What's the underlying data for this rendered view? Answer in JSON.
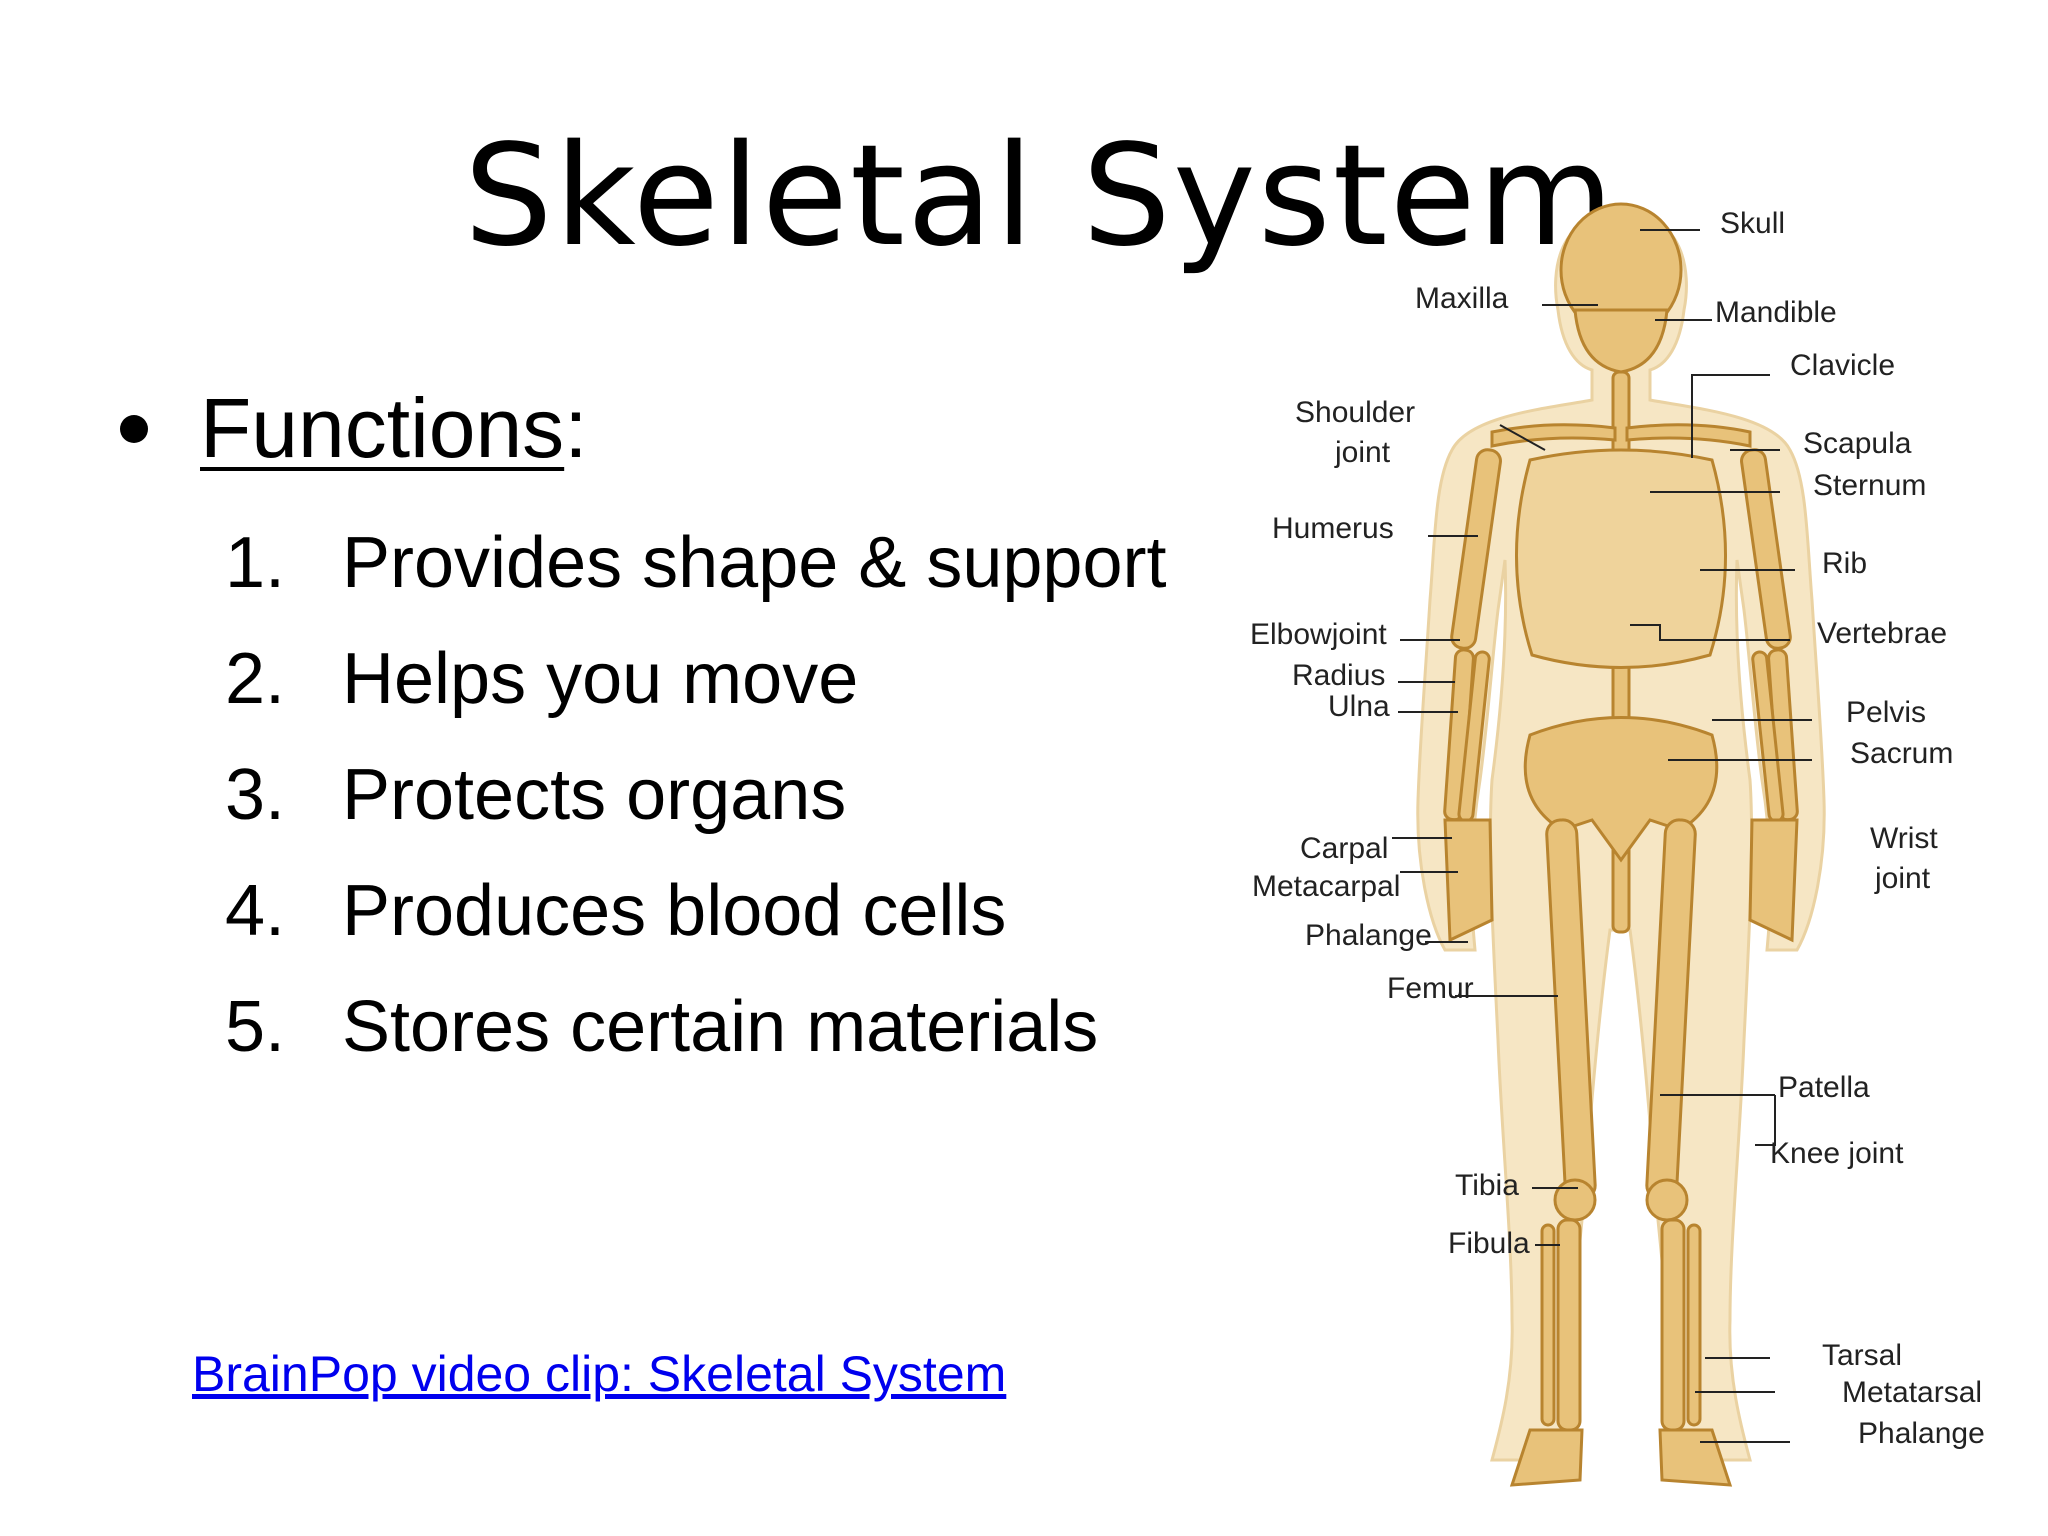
{
  "slide": {
    "title": "Skeletal System",
    "bullet": {
      "heading": "Functions",
      "suffix": ":"
    },
    "functions": [
      {
        "num": "1.",
        "text": "Provides shape & support"
      },
      {
        "num": "2.",
        "text": "Helps you move"
      },
      {
        "num": "3.",
        "text": "Protects organs"
      },
      {
        "num": "4.",
        "text": "Produces blood cells"
      },
      {
        "num": "5.",
        "text": "Stores certain materials"
      }
    ],
    "link": "BrainPop video clip:  Skeletal System"
  },
  "diagram": {
    "labels": {
      "skull": "Skull",
      "maxilla": "Maxilla",
      "mandible": "Mandible",
      "clavicle": "Clavicle",
      "shoulder_joint_1": "Shoulder",
      "shoulder_joint_2": "joint",
      "scapula": "Scapula",
      "sternum": "Sternum",
      "humerus": "Humerus",
      "rib": "Rib",
      "elbow_joint": "Elbowjoint",
      "vertebrae": "Vertebrae",
      "radius": "Radius",
      "ulna": "Ulna",
      "pelvis": "Pelvis",
      "sacrum": "Sacrum",
      "carpal": "Carpal",
      "metacarpal": "Metacarpal",
      "wrist_joint_1": "Wrist",
      "wrist_joint_2": "joint",
      "phalange_hand": "Phalange",
      "femur": "Femur",
      "patella": "Patella",
      "knee_joint": "Knee joint",
      "tibia": "Tibia",
      "fibula": "Fibula",
      "tarsal": "Tarsal",
      "metatarsal": "Metatarsal",
      "phalange_foot": "Phalange"
    },
    "colors": {
      "bone": "#e8c27a",
      "bone_dark": "#b8842f",
      "flesh": "#f6e6c4"
    }
  }
}
